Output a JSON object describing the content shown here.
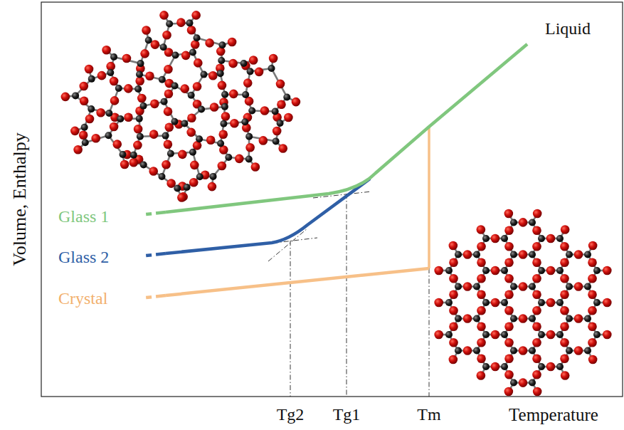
{
  "diagram": {
    "labels": [
      "Liquid",
      "Glass 1",
      "Glass 2",
      "Crystal",
      "Volume, Enthalpy",
      "Temperature",
      "Tg2",
      "Tg1",
      "Tm"
    ]
  }
}
